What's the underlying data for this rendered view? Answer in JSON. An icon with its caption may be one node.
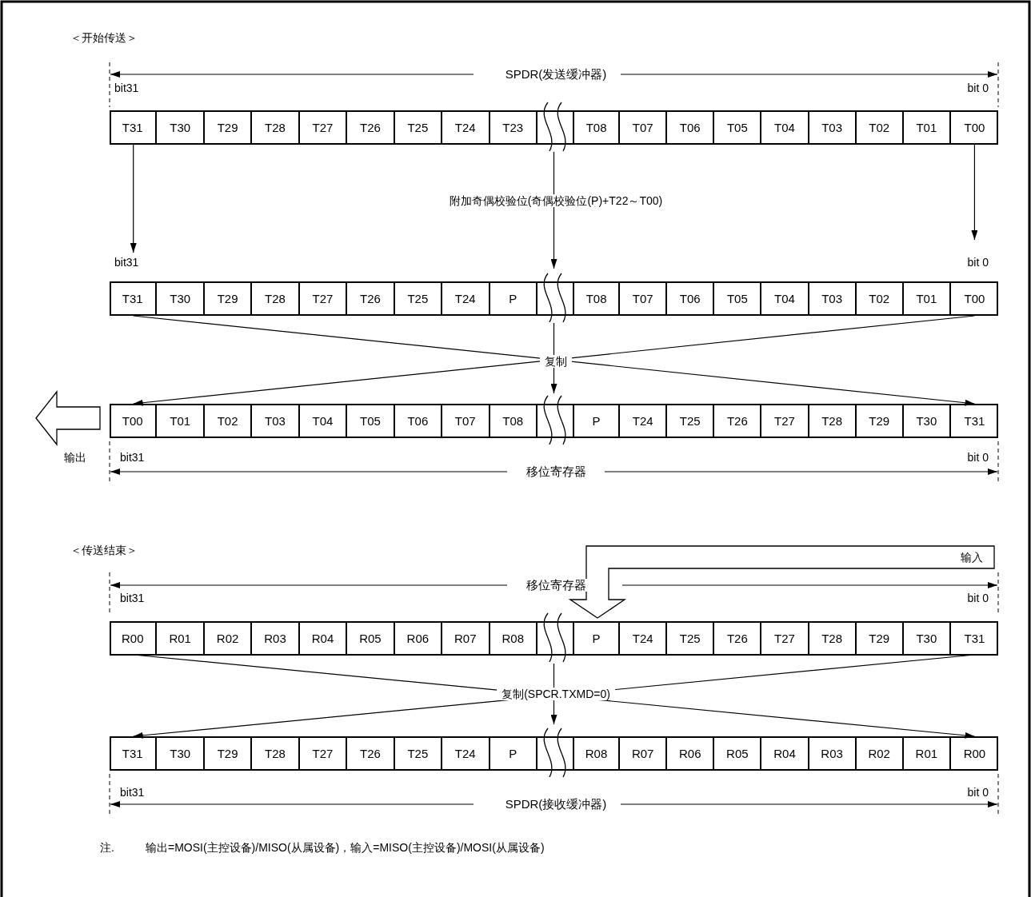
{
  "diagram": {
    "nodes": [
      {
        "text": [],
        "shape": "box"
      },
      {
        "text": [
          "T31"
        ],
        "in": 0
      },
      {
        "text": [
          "T30"
        ],
        "in": 0
      },
      {
        "text": [
          "T29"
        ],
        "in": 0
      },
      {
        "text": [
          "T28"
        ],
        "in": 0
      },
      {
        "text": [
          "T27"
        ],
        "in": 0
      },
      {
        "text": [
          "T26"
        ],
        "in": 0
      },
      {
        "text": [
          "T25"
        ],
        "in": 0
      },
      {
        "text": [
          "T24"
        ],
        "in": 0
      },
      {
        "text": [
          "T23"
        ],
        "in": 0
      },
      {
        "text": [
          "T08"
        ],
        "in": 0
      },
      {
        "text": [
          "T07"
        ],
        "in": 0
      },
      {
        "text": [
          "T06"
        ],
        "in": 0
      },
      {
        "text": [
          "T05"
        ],
        "in": 0
      },
      {
        "text": [
          "T04"
        ],
        "in": 0
      },
      {
        "text": [
          "T03"
        ],
        "in": 0
      },
      {
        "text": [
          "T02"
        ],
        "in": 0
      },
      {
        "text": [
          "T01"
        ],
        "in": 0
      },
      {
        "text": [
          "T00"
        ],
        "in": 0
      },
      {
        "text": [],
        "shape": "box"
      },
      {
        "text": [
          "T31"
        ],
        "in": 19
      },
      {
        "text": [
          "T30"
        ],
        "in": 19
      },
      {
        "text": [
          "T29"
        ],
        "in": 19
      },
      {
        "text": [
          "T28"
        ],
        "in": 19
      },
      {
        "text": [
          "T27"
        ],
        "in": 19
      },
      {
        "text": [
          "T26"
        ],
        "in": 19
      },
      {
        "text": [
          "T25"
        ],
        "in": 19
      },
      {
        "text": [
          "T24"
        ],
        "in": 19
      },
      {
        "text": [
          "P"
        ],
        "in": 19
      },
      {
        "text": [
          "T08"
        ],
        "in": 19
      },
      {
        "text": [
          "T07"
        ],
        "in": 19
      },
      {
        "text": [
          "T06"
        ],
        "in": 19
      },
      {
        "text": [
          "T05"
        ],
        "in": 19
      },
      {
        "text": [
          "T04"
        ],
        "in": 19
      },
      {
        "text": [
          "T03"
        ],
        "in": 19
      },
      {
        "text": [
          "T02"
        ],
        "in": 19
      },
      {
        "text": [
          "T01"
        ],
        "in": 19
      },
      {
        "text": [
          "T00"
        ],
        "in": 19
      },
      {
        "text": [],
        "shape": "box"
      },
      {
        "text": [
          "T00"
        ],
        "in": 38
      },
      {
        "text": [
          "T01"
        ],
        "in": 38
      },
      {
        "text": [
          "T02"
        ],
        "in": 38
      },
      {
        "text": [
          "T03"
        ],
        "in": 38
      },
      {
        "text": [
          "T04"
        ],
        "in": 38
      },
      {
        "text": [
          "T05"
        ],
        "in": 38
      },
      {
        "text": [
          "T06"
        ],
        "in": 38
      },
      {
        "text": [
          "T07"
        ],
        "in": 38
      },
      {
        "text": [
          "T08"
        ],
        "in": 38
      },
      {
        "text": [
          "P"
        ],
        "in": 38
      },
      {
        "text": [
          "T24"
        ],
        "in": 38
      },
      {
        "text": [
          "T25"
        ],
        "in": 38
      },
      {
        "text": [
          "T26"
        ],
        "in": 38
      },
      {
        "text": [
          "T27"
        ],
        "in": 38
      },
      {
        "text": [
          "T28"
        ],
        "in": 38
      },
      {
        "text": [
          "T29"
        ],
        "in": 38
      },
      {
        "text": [
          "T30"
        ],
        "in": 38
      },
      {
        "text": [
          "T31"
        ],
        "in": 38
      },
      {
        "text": [
          "输出"
        ]
      },
      {
        "text": [
          "输入"
        ]
      },
      {
        "text": [],
        "shape": "box"
      },
      {
        "text": [
          "R00"
        ],
        "in": 59
      },
      {
        "text": [
          "R01"
        ],
        "in": 59
      },
      {
        "text": [
          "R02"
        ],
        "in": 59
      },
      {
        "text": [
          "R03"
        ],
        "in": 59
      },
      {
        "text": [
          "R04"
        ],
        "in": 59
      },
      {
        "text": [
          "R05"
        ],
        "in": 59
      },
      {
        "text": [
          "R06"
        ],
        "in": 59
      },
      {
        "text": [
          "R07"
        ],
        "in": 59
      },
      {
        "text": [
          "R08"
        ],
        "in": 59
      },
      {
        "text": [
          "P"
        ],
        "in": 59
      },
      {
        "text": [
          "T24"
        ],
        "in": 59
      },
      {
        "text": [
          "T25"
        ],
        "in": 59
      },
      {
        "text": [
          "T26"
        ],
        "in": 59
      },
      {
        "text": [
          "T27"
        ],
        "in": 59
      },
      {
        "text": [
          "T28"
        ],
        "in": 59
      },
      {
        "text": [
          "T29"
        ],
        "in": 59
      },
      {
        "text": [
          "T30"
        ],
        "in": 59
      },
      {
        "text": [
          "T31"
        ],
        "in": 59
      },
      {
        "text": [],
        "shape": "box"
      },
      {
        "text": [
          "T31"
        ],
        "in": 78
      },
      {
        "text": [
          "T30"
        ],
        "in": 78
      },
      {
        "text": [
          "T29"
        ],
        "in": 78
      },
      {
        "text": [
          "T28"
        ],
        "in": 78
      },
      {
        "text": [
          "T27"
        ],
        "in": 78
      },
      {
        "text": [
          "T26"
        ],
        "in": 78
      },
      {
        "text": [
          "T25"
        ],
        "in": 78
      },
      {
        "text": [
          "T24"
        ],
        "in": 78
      },
      {
        "text": [
          "P"
        ],
        "in": 78
      },
      {
        "text": [
          "R08"
        ],
        "in": 78
      },
      {
        "text": [
          "R07"
        ],
        "in": 78
      },
      {
        "text": [
          "R06"
        ],
        "in": 78
      },
      {
        "text": [
          "R05"
        ],
        "in": 78
      },
      {
        "text": [
          "R04"
        ],
        "in": 78
      },
      {
        "text": [
          "R03"
        ],
        "in": 78
      },
      {
        "text": [
          "R02"
        ],
        "in": 78
      },
      {
        "text": [
          "R01"
        ],
        "in": 78
      },
      {
        "text": [
          "R00"
        ],
        "in": 78
      }
    ],
    "edges": [
      {
        "from": 1,
        "to": 20,
        "arrow": "to"
      },
      {
        "from": 0,
        "to": 19,
        "arrow": "to",
        "label": "附加奇偶校验位(奇偶校验位(P)+T22～T00)"
      },
      {
        "from": 18,
        "to": 37,
        "arrow": "to"
      },
      {
        "from": 20,
        "to": 56,
        "arrow": "to"
      },
      {
        "from": 37,
        "to": 39,
        "arrow": "to"
      },
      {
        "from": 19,
        "to": 38,
        "arrow": "to",
        "label": "复制"
      },
      {
        "from": 60,
        "to": 96,
        "arrow": "to"
      },
      {
        "from": 77,
        "to": 79,
        "arrow": "to"
      },
      {
        "from": 59,
        "to": 78,
        "arrow": "to",
        "label": "复制(SPCR.TXMD=0)"
      }
    ],
    "labels": [
      "＜开始传送＞",
      "SPDR(发送缓冲器)",
      "bit31",
      "bit 0",
      "bit31",
      "bit 0",
      "bit31",
      "bit 0",
      "移位寄存器",
      "＜传送结束＞",
      "移位寄存器",
      "bit31",
      "bit 0",
      "bit31",
      "bit 0",
      "SPDR(接收缓冲器)",
      "注.",
      "输出=MOSI(主控设备)/MISO(从属设备)，输入=MISO(主控设备)/MOSI(从属设备)"
    ]
  }
}
